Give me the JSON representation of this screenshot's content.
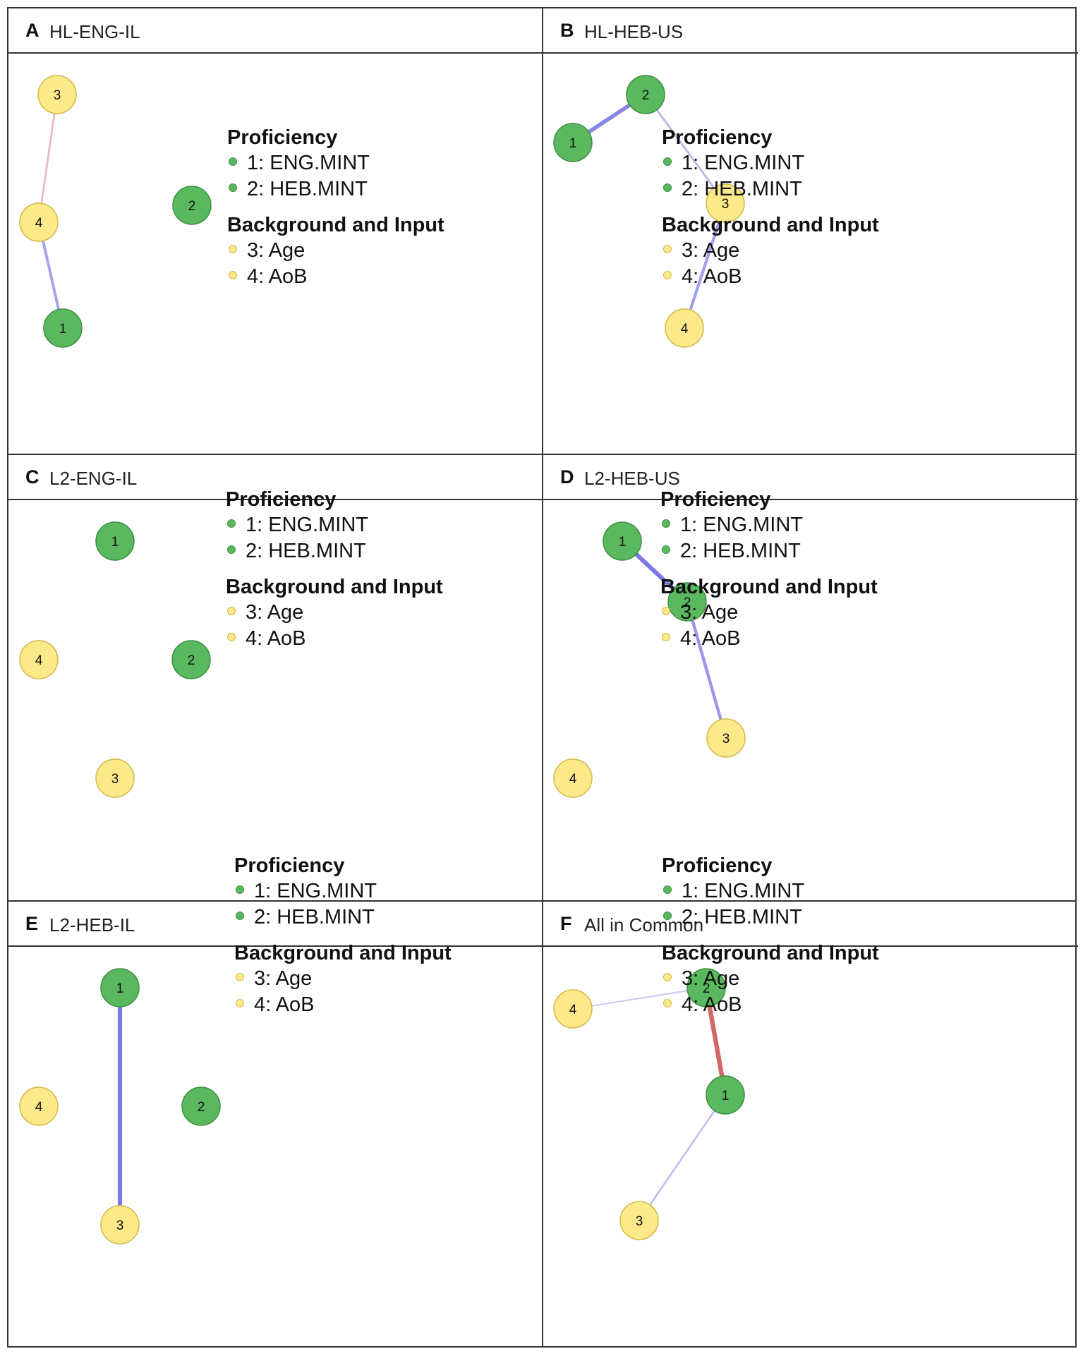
{
  "colors": {
    "proficiency_node": "#5ab95f",
    "proficiency_node_border": "#3f8f45",
    "background_node": "#fbe98a",
    "background_node_border": "#d2b949",
    "positive_edge": "#6b6be0",
    "negative_edge": "#d05a5a",
    "border": "#333333"
  },
  "legend": {
    "group1_heading": "Proficiency",
    "group1_items": [
      "1: ENG.MINT",
      "2: HEB.MINT"
    ],
    "group2_heading": "Background and Input",
    "group2_items": [
      "3: Age",
      "4: AoB"
    ]
  },
  "panels": [
    {
      "letter": "A",
      "title": "HL-ENG-IL",
      "nodes": [
        {
          "id": "1",
          "label": "1",
          "group": "proficiency"
        },
        {
          "id": "2",
          "label": "2",
          "group": "proficiency"
        },
        {
          "id": "3",
          "label": "3",
          "group": "background"
        },
        {
          "id": "4",
          "label": "4",
          "group": "background"
        }
      ],
      "edges": [
        {
          "from": "3",
          "to": "4",
          "sign": "negative",
          "strength": 0.2
        },
        {
          "from": "4",
          "to": "1",
          "sign": "positive",
          "strength": 0.45
        }
      ]
    },
    {
      "letter": "B",
      "title": "HL-HEB-US",
      "nodes": [
        {
          "id": "1",
          "label": "1",
          "group": "proficiency"
        },
        {
          "id": "2",
          "label": "2",
          "group": "proficiency"
        },
        {
          "id": "3",
          "label": "3",
          "group": "background"
        },
        {
          "id": "4",
          "label": "4",
          "group": "background"
        }
      ],
      "edges": [
        {
          "from": "1",
          "to": "2",
          "sign": "positive",
          "strength": 0.75
        },
        {
          "from": "2",
          "to": "3",
          "sign": "positive",
          "strength": 0.25
        },
        {
          "from": "3",
          "to": "4",
          "sign": "positive",
          "strength": 0.5
        }
      ]
    },
    {
      "letter": "C",
      "title": "L2-ENG-IL",
      "nodes": [
        {
          "id": "1",
          "label": "1",
          "group": "proficiency"
        },
        {
          "id": "2",
          "label": "2",
          "group": "proficiency"
        },
        {
          "id": "3",
          "label": "3",
          "group": "background"
        },
        {
          "id": "4",
          "label": "4",
          "group": "background"
        }
      ],
      "edges": []
    },
    {
      "letter": "D",
      "title": "L2-HEB-US",
      "nodes": [
        {
          "id": "1",
          "label": "1",
          "group": "proficiency"
        },
        {
          "id": "2",
          "label": "2",
          "group": "proficiency"
        },
        {
          "id": "3",
          "label": "3",
          "group": "background"
        },
        {
          "id": "4",
          "label": "4",
          "group": "background"
        }
      ],
      "edges": [
        {
          "from": "1",
          "to": "2",
          "sign": "positive",
          "strength": 0.85
        },
        {
          "from": "2",
          "to": "3",
          "sign": "positive",
          "strength": 0.55
        }
      ]
    },
    {
      "letter": "E",
      "title": "L2-HEB-IL",
      "nodes": [
        {
          "id": "1",
          "label": "1",
          "group": "proficiency"
        },
        {
          "id": "2",
          "label": "2",
          "group": "proficiency"
        },
        {
          "id": "3",
          "label": "3",
          "group": "background"
        },
        {
          "id": "4",
          "label": "4",
          "group": "background"
        }
      ],
      "edges": [
        {
          "from": "1",
          "to": "3",
          "sign": "positive",
          "strength": 0.85
        }
      ]
    },
    {
      "letter": "F",
      "title": "All in Common",
      "nodes": [
        {
          "id": "1",
          "label": "1",
          "group": "proficiency"
        },
        {
          "id": "2",
          "label": "2",
          "group": "proficiency"
        },
        {
          "id": "3",
          "label": "3",
          "group": "background"
        },
        {
          "id": "4",
          "label": "4",
          "group": "background"
        }
      ],
      "edges": [
        {
          "from": "4",
          "to": "2",
          "sign": "positive",
          "strength": 0.1
        },
        {
          "from": "2",
          "to": "1",
          "sign": "negative",
          "strength": 0.9
        },
        {
          "from": "1",
          "to": "3",
          "sign": "positive",
          "strength": 0.2
        }
      ]
    }
  ]
}
